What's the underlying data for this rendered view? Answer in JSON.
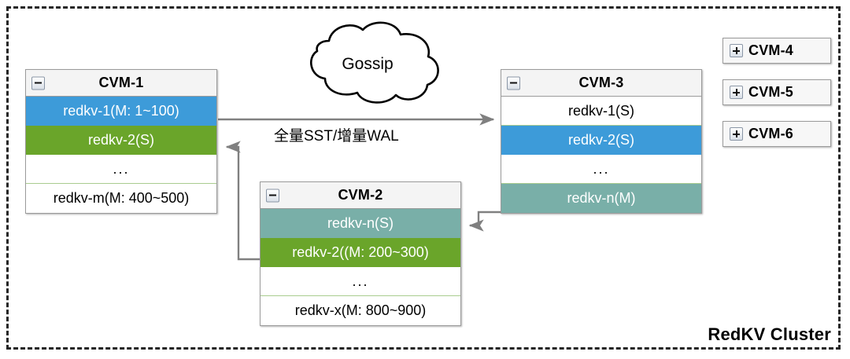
{
  "cluster": {
    "title": "RedKV Cluster"
  },
  "cloud": {
    "label": "Gossip",
    "icon": "cloud-icon"
  },
  "edges": {
    "replication_label": "全量SST/增量WAL"
  },
  "icons": {
    "collapse": "minus-box-icon",
    "expand": "plus-box-icon"
  },
  "nodes": [
    {
      "id": "cvm-1",
      "title": "CVM-1",
      "toggle": "collapse",
      "rows": [
        {
          "label": "redkv-1(M: 1~100)",
          "color": "blue"
        },
        {
          "label": "redkv-2(S)",
          "color": "green"
        },
        {
          "label": "...",
          "color": "plain"
        },
        {
          "label": "redkv-m(M: 400~500)",
          "color": "plain"
        }
      ]
    },
    {
      "id": "cvm-2",
      "title": "CVM-2",
      "toggle": "collapse",
      "rows": [
        {
          "label": "redkv-n(S)",
          "color": "teal"
        },
        {
          "label": "redkv-2((M: 200~300)",
          "color": "green"
        },
        {
          "label": "...",
          "color": "plain"
        },
        {
          "label": "redkv-x(M: 800~900)",
          "color": "plain"
        }
      ]
    },
    {
      "id": "cvm-3",
      "title": "CVM-3",
      "toggle": "collapse",
      "rows": [
        {
          "label": "redkv-1(S)",
          "color": "plain"
        },
        {
          "label": "redkv-2(S)",
          "color": "blue"
        },
        {
          "label": "...",
          "color": "plain"
        },
        {
          "label": "redkv-n(M)",
          "color": "teal"
        }
      ]
    }
  ],
  "collapsed_nodes": [
    {
      "id": "cvm-4",
      "title": "CVM-4",
      "toggle": "expand"
    },
    {
      "id": "cvm-5",
      "title": "CVM-5",
      "toggle": "expand"
    },
    {
      "id": "cvm-6",
      "title": "CVM-6",
      "toggle": "expand"
    }
  ],
  "colors": {
    "blue": "#3d9bd9",
    "green": "#6aa52a",
    "teal": "#79afa8",
    "header": "#f4f4f4",
    "border": "#9b9b9b",
    "row_border": "#a9cc8f",
    "edge": "#808080",
    "dashed_border": "#262626"
  }
}
